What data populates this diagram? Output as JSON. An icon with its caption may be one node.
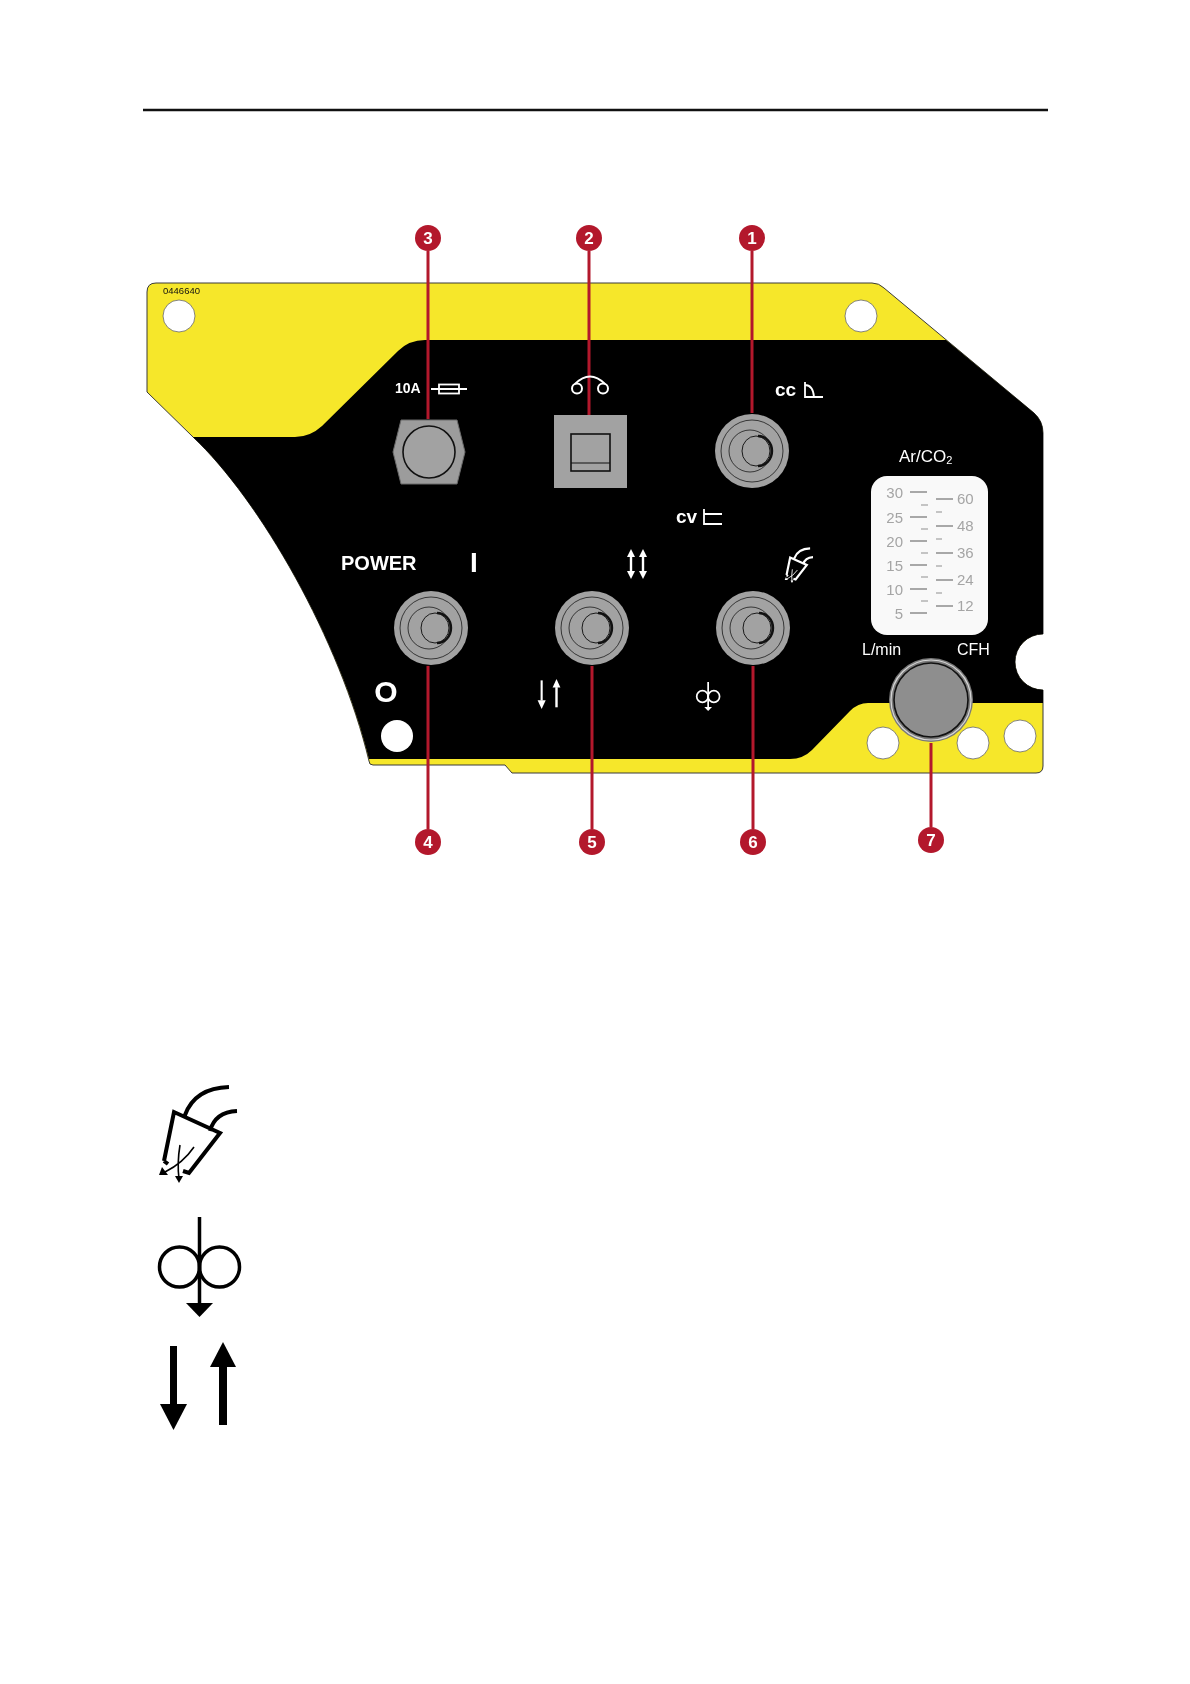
{
  "diagram": {
    "nodes": [
      {
        "text": [
          "3"
        ]
      },
      {
        "text": [
          "2"
        ]
      },
      {
        "text": [
          "1"
        ]
      },
      {
        "text": [],
        "shape": "circle"
      },
      {
        "text": [],
        "shape": "box"
      },
      {
        "text": [],
        "shape": "circle"
      },
      {
        "text": [],
        "shape": "circle"
      },
      {
        "text": [],
        "shape": "circle"
      },
      {
        "text": [],
        "shape": "circle"
      },
      {
        "text": [],
        "shape": "circle"
      },
      {
        "text": [
          "4"
        ]
      },
      {
        "text": [
          "5"
        ]
      },
      {
        "text": [
          "6"
        ]
      },
      {
        "text": [
          "7"
        ]
      }
    ],
    "edges": [
      {
        "from": 0,
        "to": 3,
        "arrow": "none"
      },
      {
        "from": 1,
        "to": 4,
        "arrow": "none"
      },
      {
        "from": 2,
        "to": 5,
        "arrow": "none"
      },
      {
        "from": 10,
        "to": 6,
        "arrow": "none"
      },
      {
        "from": 11,
        "to": 7,
        "arrow": "none"
      },
      {
        "from": 12,
        "to": 8,
        "arrow": "none"
      },
      {
        "from": 13,
        "to": 9,
        "arrow": "none"
      }
    ],
    "labels": [
      "0446640",
      "10A",
      "cc",
      "Ar/CO$_{2}$",
      "30",
      "60",
      "25",
      "48",
      "20",
      "36",
      "15",
      "24",
      "10",
      "12",
      "5",
      "cv",
      "POWER",
      "I",
      "L/min",
      "CFH",
      "O"
    ]
  }
}
